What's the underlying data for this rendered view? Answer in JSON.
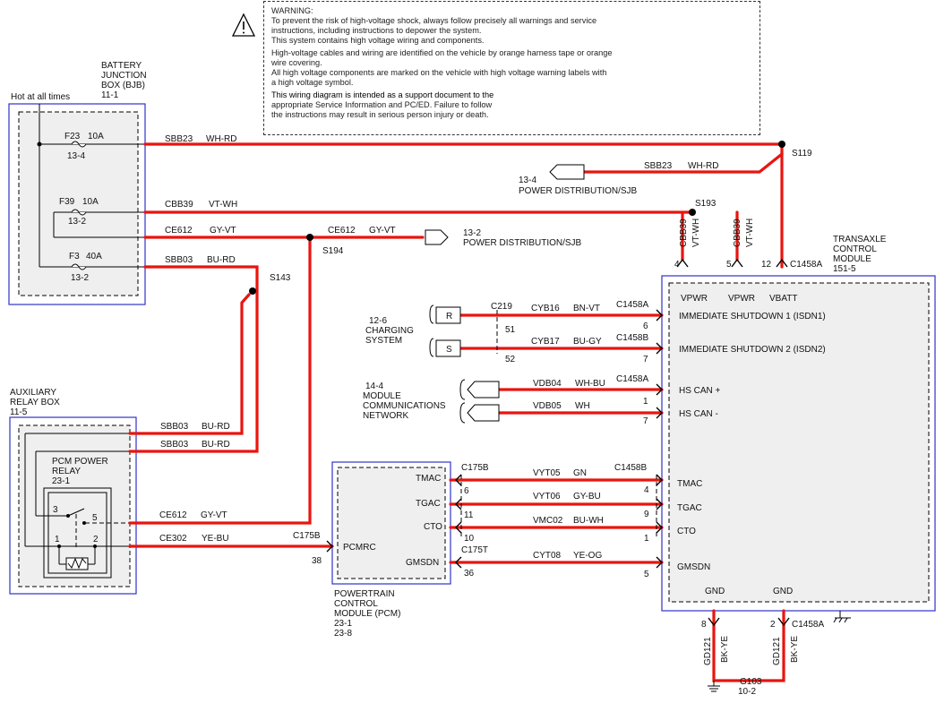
{
  "warning": {
    "heading": "WARNING:",
    "line1": "To prevent the risk of high-voltage shock, always follow precisely all warnings and service",
    "line2": "instructions, including instructions to depower the system.",
    "line3": "This system contains high voltage wiring and components.",
    "line4": "High-voltage cables and wiring are identified on the vehicle by orange harness tape or orange",
    "line5": "wire covering.",
    "line6": "All high voltage components are marked on the vehicle with high voltage warning labels with",
    "line7": "a high voltage symbol.",
    "note1": "This wiring diagram is intended as a support document to the",
    "note2": "appropriate Service Information and PC/ED.  Failure to follow",
    "note3": "the instructions may result in serious person injury or death."
  },
  "labels": {
    "hot_at_all_times": "Hot at all times",
    "bjb1": "BATTERY",
    "bjb2": "JUNCTION",
    "bjb3": "BOX (BJB)",
    "bjb4": "11-1",
    "f23": "F23",
    "f23_amp": "10A",
    "f23_ref": "13-4",
    "f39": "F39",
    "f39_amp": "10A",
    "f39_ref": "13-2",
    "f3": "F3",
    "f3_amp": "40A",
    "f3_ref": "13-2",
    "sbb23_a": "SBB23",
    "whrd_a": "WH-RD",
    "cbb39_a": "CBB39",
    "vtwh_a": "VT-WH",
    "ce612_a": "CE612",
    "gyvt_a": "GY-VT",
    "ce612_b": "CE612",
    "gyvt_b": "GY-VT",
    "sbb03_a": "SBB03",
    "burd_a": "BU-RD",
    "s194": "S194",
    "s143": "S143",
    "s119": "S119",
    "s193": "S193",
    "pd_sjb_a1": "13-2",
    "pd_sjb_a2": "POWER DISTRIBUTION/SJB",
    "pd_sjb_b1": "13-4",
    "pd_sjb_b2": "POWER DISTRIBUTION/SJB",
    "sbb23_b": "SBB23",
    "whrd_b": "WH-RD",
    "cbb39_v1": "CBB39",
    "vtwh_v1": "VT-WH",
    "cbb39_v2": "CBB39",
    "vtwh_v2": "VT-WH",
    "pin4": "4",
    "pin5": "5",
    "pin12": "12",
    "c1458a_top": "C1458A",
    "tcm1": "TRANSAXLE",
    "tcm2": "CONTROL",
    "tcm3": "MODULE",
    "tcm4": "151-5",
    "vpwr1": "VPWR",
    "vpwr2": "VPWR",
    "vbatt": "VBATT",
    "isdn1": "IMMEDIATE SHUTDOWN 1 (ISDN1)",
    "isdn2": "IMMEDIATE SHUTDOWN 2 (ISDN2)",
    "hscanp": "HS CAN +",
    "hscanm": "HS CAN -",
    "tmac_r": "TMAC",
    "tgac_r": "TGAC",
    "cto_r": "CTO",
    "gmsdn_r": "GMSDN",
    "gnd1": "GND",
    "gnd2": "GND",
    "cs1": "12-6",
    "cs2": "CHARGING",
    "cs3": "SYSTEM",
    "conn_r": "R",
    "conn_s": "S",
    "c219": "C219",
    "p51": "51",
    "p52": "52",
    "cyb16": "CYB16",
    "bnvt": "BN-VT",
    "c1458a_1": "C1458A",
    "p6a": "6",
    "cyb17": "CYB17",
    "bugy": "BU-GY",
    "c1458b_1": "C1458B",
    "p7a": "7",
    "mcn1": "14-4",
    "mcn2": "MODULE",
    "mcn3": "COMMUNICATIONS",
    "mcn4": "NETWORK",
    "vdb04": "VDB04",
    "whbu": "WH-BU",
    "c1458a_2": "C1458A",
    "p1": "1",
    "vdb05": "VDB05",
    "wh": "WH",
    "p7b": "7",
    "arb1": "AUXILIARY",
    "arb2": "RELAY BOX",
    "arb3": "11-5",
    "pcmr1": "PCM POWER",
    "pcmr2": "RELAY",
    "pcmr3": "23-1",
    "r3": "3",
    "r5": "5",
    "r1": "1",
    "r2": "2",
    "sbb03_b": "SBB03",
    "burd_b": "BU-RD",
    "sbb03_c": "SBB03",
    "burd_c": "BU-RD",
    "ce612_c": "CE612",
    "gyvt_c": "GY-VT",
    "ce302": "CE302",
    "yebu": "YE-BU",
    "c175b_a": "C175B",
    "p38": "38",
    "pcmrc": "PCMRC",
    "tmac_l": "TMAC",
    "tgac_l": "TGAC",
    "cto_l": "CTO",
    "gmsdn_l": "GMSDN",
    "pcm1": "POWERTRAIN",
    "pcm2": "CONTROL",
    "pcm3": "MODULE (PCM)",
    "pcm4": "23-1",
    "pcm5": "23-8",
    "c175b_b": "C175B",
    "p6b": "6",
    "p11": "11",
    "p10": "10",
    "c175t": "C175T",
    "p36": "36",
    "vyt05": "VYT05",
    "gn": "GN",
    "c1458b_2": "C1458B",
    "p4b": "4",
    "vyt06": "VYT06",
    "gybu": "GY-BU",
    "p9": "9",
    "vmc02": "VMC02",
    "buwh": "BU-WH",
    "p1b": "1",
    "cyt08": "CYT08",
    "yeog": "YE-OG",
    "p5b": "5",
    "p8": "8",
    "p2": "2",
    "c1458a_3": "C1458A",
    "gd121_a": "GD121",
    "bkye_a": "BK-YE",
    "gd121_b": "GD121",
    "bkye_b": "BK-YE",
    "g103": "G103",
    "g103_ref": "10-2"
  }
}
